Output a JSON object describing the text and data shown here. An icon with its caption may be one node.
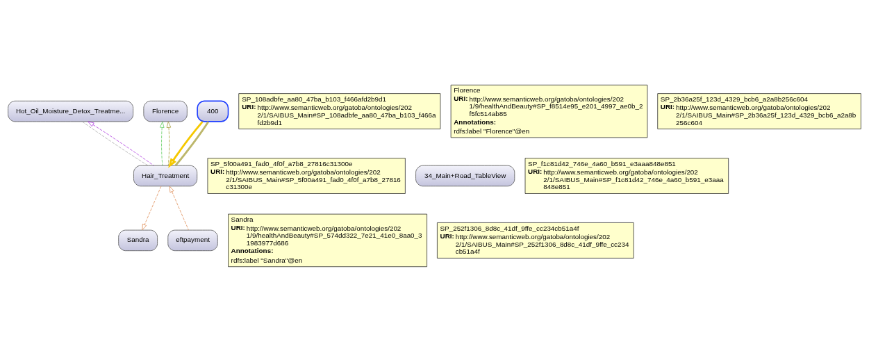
{
  "diagram": {
    "nodes": [
      {
        "text": [
          "Hot_Oil_Moisture_Detox_Treatme..."
        ]
      },
      {
        "text": [
          "SP_108adbfe_aa80_47ba_b103_f466afd2b9d1",
          "URI:",
          "http://www.semanticweb.org/gatoba/ontologies/2022/1/SAIBUS_Main#SP_108adbfe_aa80_47ba_b103_f466afd2b9d1"
        ]
      },
      {
        "text": [
          "Florence"
        ]
      },
      {
        "text": [
          "Florence",
          "URI:",
          "http://www.semanticweb.org/gatoba/ontologies/2021/9/healthAndBeauty#SP_f8514e95_e201_4997_ae0b_2f5fc514ab85",
          "Annotations:",
          "rdfs:label \"Florence\"@en"
        ]
      },
      {
        "text": [
          "400"
        ]
      },
      {
        "text": [
          "SP_2b36a25f_123d_4329_bcb6_a2a8b256c604",
          "URI:",
          "http://www.semanticweb.org/gatoba/ontologies/2022/1/SAIBUS_Main#SP_2b36a25f_123d_4329_bcb6_a2a8b256c604"
        ]
      },
      {
        "text": [
          "Hair_Treatment"
        ]
      },
      {
        "text": [
          "SP_5f00a491_fad0_4f0f_a7b8_27816c31300e",
          "URI:",
          "http://www.semanticweb.org/gatoba/ontologies/2022/1/SAIBUS_Main#SP_5f00a491_fad0_4f0f_a7b8_27816c31300e"
        ]
      },
      {
        "text": [
          "Sandra"
        ]
      },
      {
        "text": [
          "Sandra",
          "URI:",
          "http://www.semanticweb.org/gatoba/ontologies/2021/9/healthAndBeauty#SP_574dd322_7e21_41e0_8aa0_31983977d686",
          "Annotations:",
          "rdfs:label \"Sandra\"@en"
        ]
      },
      {
        "text": [
          "34_Main+Road_TableView"
        ]
      },
      {
        "text": [
          "SP_f1c81d42_746e_4a60_b591_e3aaa848e851",
          "URI:",
          "http://www.semanticweb.org/gatoba/ontologies/2022/1/SAIBUS_Main#SP_f1c81d42_746e_4a60_b591_e3aaa848e851"
        ]
      },
      {
        "text": [
          "eftpayment"
        ]
      },
      {
        "text": [
          "SP_252f1306_8d8c_41df_9ffe_cc234cb51a4f",
          "URI:",
          "http://www.semanticweb.org/gatoba/ontologies/2022/1/SAIBUS_Main#SP_252f1306_8d8c_41df_9ffe_cc234cb51a4f"
        ]
      }
    ],
    "edges": [
      {
        "from": 4,
        "to": 6,
        "arrow": "to",
        "style": "thick",
        "color": "#f5c800"
      },
      {
        "from": 6,
        "to": 4,
        "arrow": "none",
        "style": "thick",
        "color": "#bdb76b"
      },
      {
        "from": 0,
        "to": 6,
        "arrow": "none",
        "style": "dashed",
        "color": "#a8a8a8"
      },
      {
        "from": 6,
        "to": 0,
        "arrow": "to",
        "style": "dashed",
        "color": "#b040e0"
      },
      {
        "from": 6,
        "to": 2,
        "arrow": "to",
        "style": "dashed",
        "color": "#66d066"
      },
      {
        "from": 6,
        "to": 2,
        "arrow": "to",
        "style": "dashed",
        "color": "#a8a040"
      },
      {
        "from": 6,
        "to": 8,
        "arrow": "to",
        "style": "dashed",
        "color": "#e0905a"
      },
      {
        "from": 12,
        "to": 6,
        "arrow": "to",
        "style": "dashed",
        "color": "#e0905a"
      }
    ]
  }
}
